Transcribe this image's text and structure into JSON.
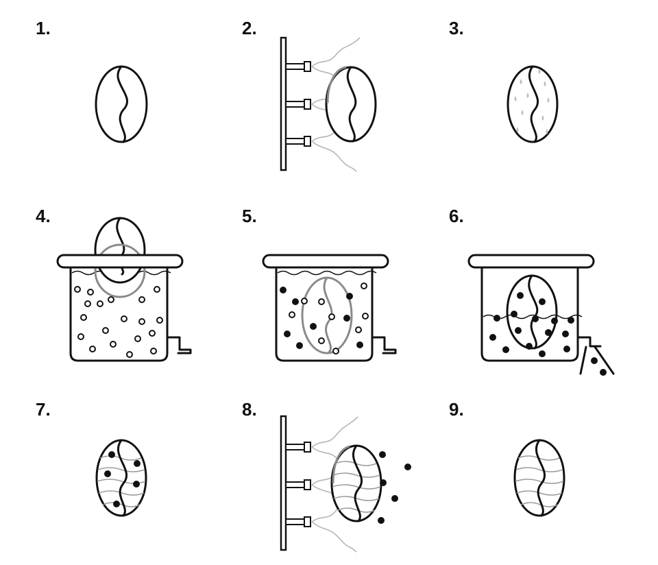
{
  "steps": [
    {
      "number": "1.",
      "icon": "green-coffee-bean-icon"
    },
    {
      "number": "2.",
      "icon": "steam-nozzles-on-bean-icon"
    },
    {
      "number": "3.",
      "icon": "moist-bean-icon"
    },
    {
      "number": "4.",
      "icon": "bean-over-water-tank-icon"
    },
    {
      "number": "5.",
      "icon": "bean-soaking-in-tank-icon"
    },
    {
      "number": "6.",
      "icon": "caffeine-draining-tank-icon"
    },
    {
      "number": "7.",
      "icon": "bean-with-caffeine-icon"
    },
    {
      "number": "8.",
      "icon": "steam-removing-caffeine-icon"
    },
    {
      "number": "9.",
      "icon": "decaffeinated-bean-icon"
    }
  ],
  "colors": {
    "line": "#111111",
    "ghost": "#8a8a8a",
    "spray": "#b5b5b5",
    "background": "#ffffff"
  }
}
